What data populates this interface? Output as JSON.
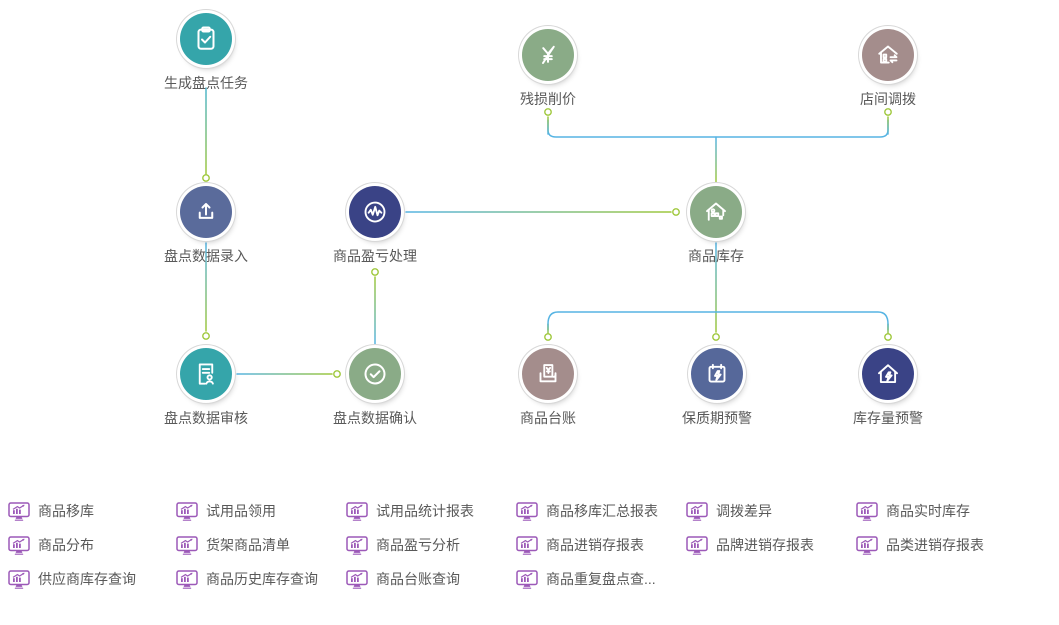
{
  "flow": {
    "nodes": [
      {
        "label": "生成盘点任务",
        "icon": "clipboard-check-icon",
        "color": "#35a5aa"
      },
      {
        "label": "残损削价",
        "icon": "yen-slash-icon",
        "color": "#8aab87"
      },
      {
        "label": "店间调拨",
        "icon": "store-transfer-icon",
        "color": "#a48d8c"
      },
      {
        "label": "盘点数据录入",
        "icon": "upload-icon",
        "color": "#5a6b9b"
      },
      {
        "label": "商品盈亏处理",
        "icon": "pulse-icon",
        "color": "#3a4386"
      },
      {
        "label": "商品库存",
        "icon": "warehouse-icon",
        "color": "#8aab87"
      },
      {
        "label": "盘点数据审核",
        "icon": "audit-doc-icon",
        "color": "#35a5aa"
      },
      {
        "label": "盘点数据确认",
        "icon": "check-circle-icon",
        "color": "#8aab87"
      },
      {
        "label": "商品台账",
        "icon": "ledger-icon",
        "color": "#a48d8c"
      },
      {
        "label": "保质期预警",
        "icon": "calendar-alert-icon",
        "color": "#56689a"
      },
      {
        "label": "库存量预警",
        "icon": "house-alert-icon",
        "color": "#3a4386"
      }
    ]
  },
  "menu": {
    "items": [
      {
        "label": "商品移库"
      },
      {
        "label": "试用品领用"
      },
      {
        "label": "试用品统计报表"
      },
      {
        "label": "商品移库汇总报表"
      },
      {
        "label": "调拨差异"
      },
      {
        "label": "商品实时库存"
      },
      {
        "label": "商品分布"
      },
      {
        "label": "货架商品清单"
      },
      {
        "label": "商品盈亏分析"
      },
      {
        "label": "商品进销存报表"
      },
      {
        "label": "品牌进销存报表"
      },
      {
        "label": "品类进销存报表"
      },
      {
        "label": "供应商库存查询"
      },
      {
        "label": "商品历史库存查询"
      },
      {
        "label": "商品台账查询"
      },
      {
        "label": "商品重复盘点查..."
      }
    ]
  },
  "colors": {
    "line_blue": "#56b4e3",
    "line_green": "#9fc83c",
    "line_teal": "#4db6cf",
    "text_gray": "#595959",
    "menu_purple": "#9c59b8"
  }
}
